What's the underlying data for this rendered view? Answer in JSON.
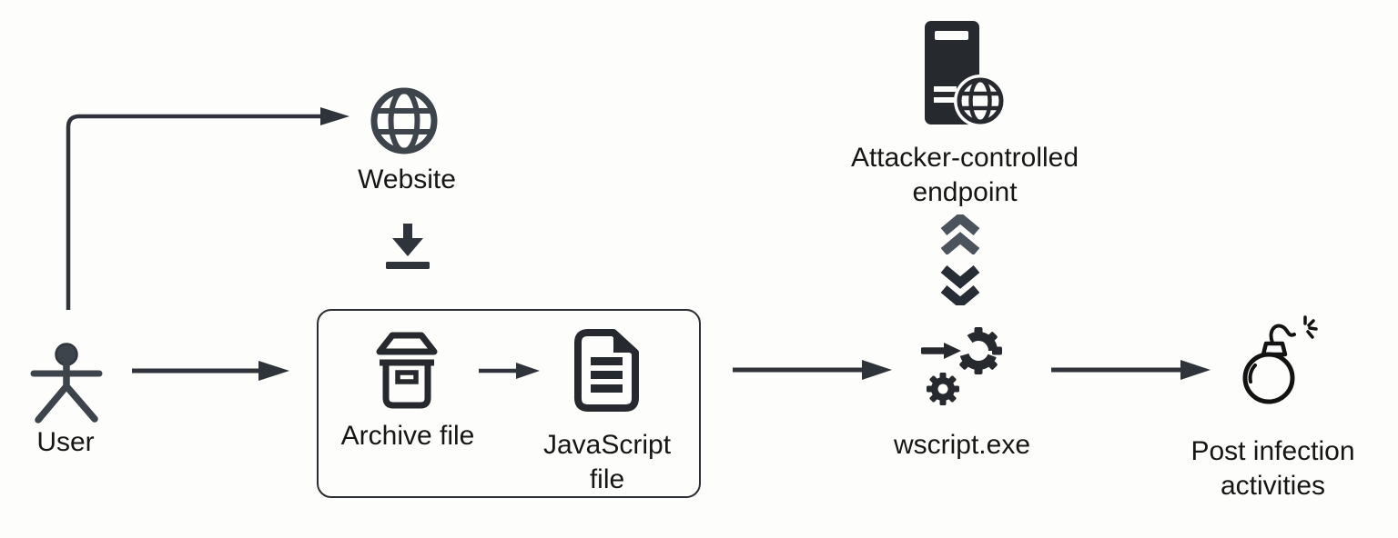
{
  "diagram": {
    "nodes": {
      "user": {
        "label": "User",
        "icon": "person-icon"
      },
      "website": {
        "label": "Website",
        "icon": "globe-icon"
      },
      "archive": {
        "label": "Archive file",
        "icon": "archive-box-icon"
      },
      "javascript": {
        "label": "JavaScript file",
        "icon": "document-icon"
      },
      "wscript": {
        "label": "wscript.exe",
        "icon": "gears-icon"
      },
      "attacker": {
        "label": "Attacker-controlled endpoint",
        "icon": "server-globe-icon"
      },
      "post_infection": {
        "label": "Post infection activities",
        "icon": "bomb-icon"
      }
    },
    "edges": [
      {
        "from": "user",
        "to": "website",
        "type": "elbow-arrow"
      },
      {
        "from": "website",
        "to": "archive",
        "type": "download-indicator"
      },
      {
        "from": "user",
        "to": "archive",
        "type": "arrow"
      },
      {
        "from": "archive",
        "to": "javascript",
        "type": "arrow"
      },
      {
        "from": "javascript",
        "to": "wscript",
        "type": "arrow"
      },
      {
        "from": "wscript",
        "to": "attacker",
        "type": "double-chevron-up"
      },
      {
        "from": "attacker",
        "to": "wscript",
        "type": "double-chevron-down"
      },
      {
        "from": "wscript",
        "to": "post_infection",
        "type": "arrow"
      }
    ],
    "colors": {
      "background": "#fdfdfc",
      "icon": "#26292d",
      "arrow": "#2e343a",
      "figure": "#3e444b",
      "chevron_up": "#4b545c",
      "chevron_down": "#272d34",
      "text": "#161616",
      "box_border": "#2b2f33",
      "bomb": "#131313"
    }
  }
}
